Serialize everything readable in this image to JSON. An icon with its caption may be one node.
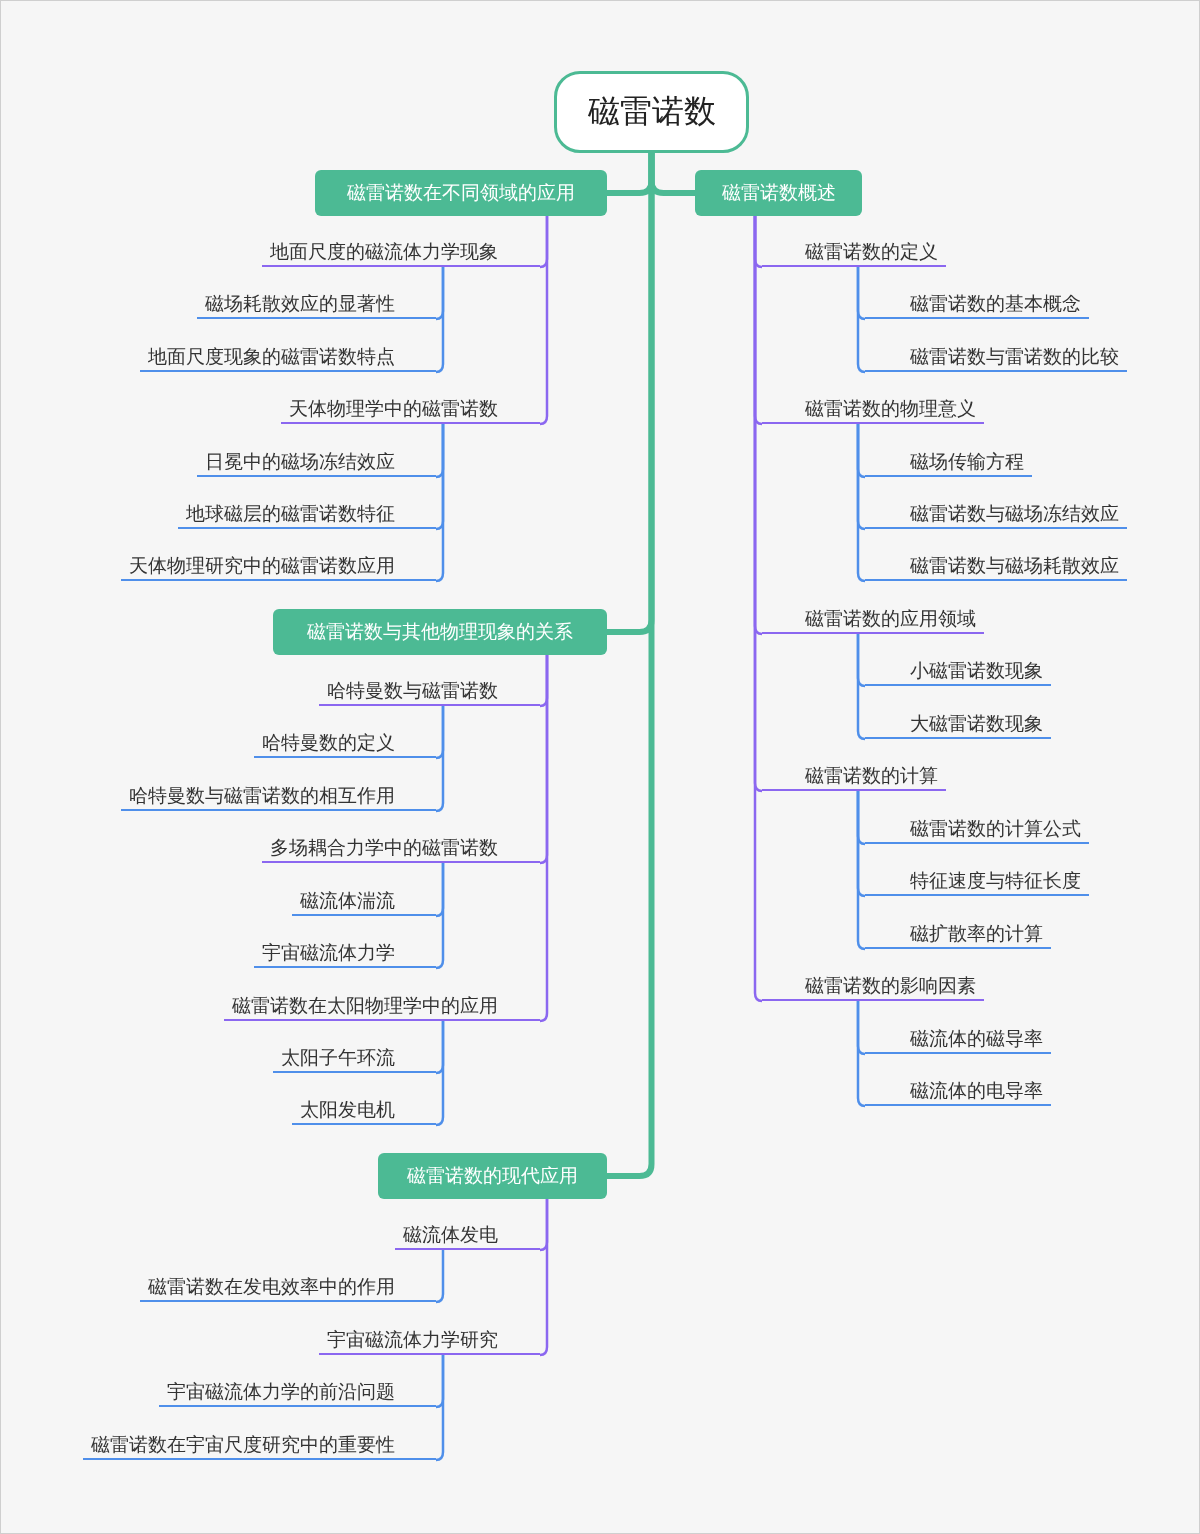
{
  "diagram": {
    "nodes": [
      {
        "text": [
          "磁雷诺数"
        ]
      },
      {
        "text": [
          "磁雷诺数在不同领域的应用"
        ]
      },
      {
        "text": [
          "地面尺度的磁流体力学现象"
        ]
      },
      {
        "text": [
          "磁场耗散效应的显著性"
        ]
      },
      {
        "text": [
          "地面尺度现象的磁雷诺数特点"
        ]
      },
      {
        "text": [
          "天体物理学中的磁雷诺数"
        ]
      },
      {
        "text": [
          "日冕中的磁场冻结效应"
        ]
      },
      {
        "text": [
          "地球磁层的磁雷诺数特征"
        ]
      },
      {
        "text": [
          "天体物理研究中的磁雷诺数应用"
        ]
      },
      {
        "text": [
          "磁雷诺数概述"
        ]
      },
      {
        "text": [
          "磁雷诺数的定义"
        ]
      },
      {
        "text": [
          "磁雷诺数的基本概念"
        ]
      },
      {
        "text": [
          "磁雷诺数与雷诺数的比较"
        ]
      },
      {
        "text": [
          "磁雷诺数的物理意义"
        ]
      },
      {
        "text": [
          "磁场传输方程"
        ]
      },
      {
        "text": [
          "磁雷诺数与磁场冻结效应"
        ]
      },
      {
        "text": [
          "磁雷诺数与磁场耗散效应"
        ]
      },
      {
        "text": [
          "磁雷诺数的应用领域"
        ]
      },
      {
        "text": [
          "小磁雷诺数现象"
        ]
      },
      {
        "text": [
          "大磁雷诺数现象"
        ]
      },
      {
        "text": [
          "磁雷诺数的计算"
        ]
      },
      {
        "text": [
          "磁雷诺数的计算公式"
        ]
      },
      {
        "text": [
          "特征速度与特征长度"
        ]
      },
      {
        "text": [
          "磁扩散率的计算"
        ]
      },
      {
        "text": [
          "磁雷诺数的影响因素"
        ]
      },
      {
        "text": [
          "磁流体的磁导率"
        ]
      },
      {
        "text": [
          "磁流体的电导率"
        ]
      },
      {
        "text": [
          "磁雷诺数与其他物理现象的关系"
        ]
      },
      {
        "text": [
          "哈特曼数与磁雷诺数"
        ]
      },
      {
        "text": [
          "哈特曼数的定义"
        ]
      },
      {
        "text": [
          "哈特曼数与磁雷诺数的相互作用"
        ]
      },
      {
        "text": [
          "多场耦合力学中的磁雷诺数"
        ]
      },
      {
        "text": [
          "磁流体湍流"
        ]
      },
      {
        "text": [
          "宇宙磁流体力学"
        ]
      },
      {
        "text": [
          "磁雷诺数在太阳物理学中的应用"
        ]
      },
      {
        "text": [
          "太阳子午环流"
        ]
      },
      {
        "text": [
          "太阳发电机"
        ]
      },
      {
        "text": [
          "磁雷诺数的现代应用"
        ]
      },
      {
        "text": [
          "磁流体发电"
        ]
      },
      {
        "text": [
          "磁雷诺数在发电效率中的作用"
        ]
      },
      {
        "text": [
          "宇宙磁流体力学研究"
        ]
      },
      {
        "text": [
          "宇宙磁流体力学的前沿问题"
        ]
      },
      {
        "text": [
          "磁雷诺数在宇宙尺度研究中的重要性"
        ]
      }
    ],
    "edges": [
      {
        "from": 0,
        "to": 1,
        "arrow": "none",
        "style": "thick",
        "color": "#4cba94"
      },
      {
        "from": 0,
        "to": 9,
        "arrow": "none",
        "style": "thick",
        "color": "#4cba94"
      },
      {
        "from": 0,
        "to": 27,
        "arrow": "none",
        "style": "thick",
        "color": "#4cba94"
      },
      {
        "from": 0,
        "to": 37,
        "arrow": "none",
        "style": "thick",
        "color": "#4cba94"
      },
      {
        "from": 1,
        "to": 2,
        "arrow": "none",
        "color": "#8b67f0"
      },
      {
        "from": 1,
        "to": 5,
        "arrow": "none",
        "color": "#8b67f0"
      },
      {
        "from": 2,
        "to": 3,
        "arrow": "none"
      },
      {
        "from": 2,
        "to": 4,
        "arrow": "none"
      },
      {
        "from": 5,
        "to": 6,
        "arrow": "none"
      },
      {
        "from": 5,
        "to": 7,
        "arrow": "none"
      },
      {
        "from": 5,
        "to": 8,
        "arrow": "none"
      },
      {
        "from": 9,
        "to": 10,
        "arrow": "none",
        "color": "#8b67f0"
      },
      {
        "from": 9,
        "to": 13,
        "arrow": "none",
        "color": "#8b67f0"
      },
      {
        "from": 9,
        "to": 17,
        "arrow": "none",
        "color": "#8b67f0"
      },
      {
        "from": 9,
        "to": 20,
        "arrow": "none",
        "color": "#8b67f0"
      },
      {
        "from": 9,
        "to": 24,
        "arrow": "none",
        "color": "#8b67f0"
      },
      {
        "from": 10,
        "to": 11,
        "arrow": "none"
      },
      {
        "from": 10,
        "to": 12,
        "arrow": "none"
      },
      {
        "from": 13,
        "to": 14,
        "arrow": "none"
      },
      {
        "from": 13,
        "to": 15,
        "arrow": "none"
      },
      {
        "from": 13,
        "to": 16,
        "arrow": "none"
      },
      {
        "from": 17,
        "to": 18,
        "arrow": "none"
      },
      {
        "from": 17,
        "to": 19,
        "arrow": "none"
      },
      {
        "from": 20,
        "to": 21,
        "arrow": "none"
      },
      {
        "from": 20,
        "to": 22,
        "arrow": "none"
      },
      {
        "from": 20,
        "to": 23,
        "arrow": "none"
      },
      {
        "from": 24,
        "to": 25,
        "arrow": "none"
      },
      {
        "from": 24,
        "to": 26,
        "arrow": "none"
      },
      {
        "from": 27,
        "to": 28,
        "arrow": "none",
        "color": "#8b67f0"
      },
      {
        "from": 27,
        "to": 31,
        "arrow": "none",
        "color": "#8b67f0"
      },
      {
        "from": 27,
        "to": 34,
        "arrow": "none",
        "color": "#8b67f0"
      },
      {
        "from": 28,
        "to": 29,
        "arrow": "none"
      },
      {
        "from": 28,
        "to": 30,
        "arrow": "none"
      },
      {
        "from": 31,
        "to": 32,
        "arrow": "none"
      },
      {
        "from": 31,
        "to": 33,
        "arrow": "none"
      },
      {
        "from": 34,
        "to": 35,
        "arrow": "none"
      },
      {
        "from": 34,
        "to": 36,
        "arrow": "none"
      },
      {
        "from": 37,
        "to": 38,
        "arrow": "none",
        "color": "#8b67f0"
      },
      {
        "from": 37,
        "to": 40,
        "arrow": "none",
        "color": "#8b67f0"
      },
      {
        "from": 38,
        "to": 39,
        "arrow": "none"
      },
      {
        "from": 40,
        "to": 41,
        "arrow": "none"
      },
      {
        "from": 40,
        "to": 42,
        "arrow": "none"
      }
    ]
  }
}
